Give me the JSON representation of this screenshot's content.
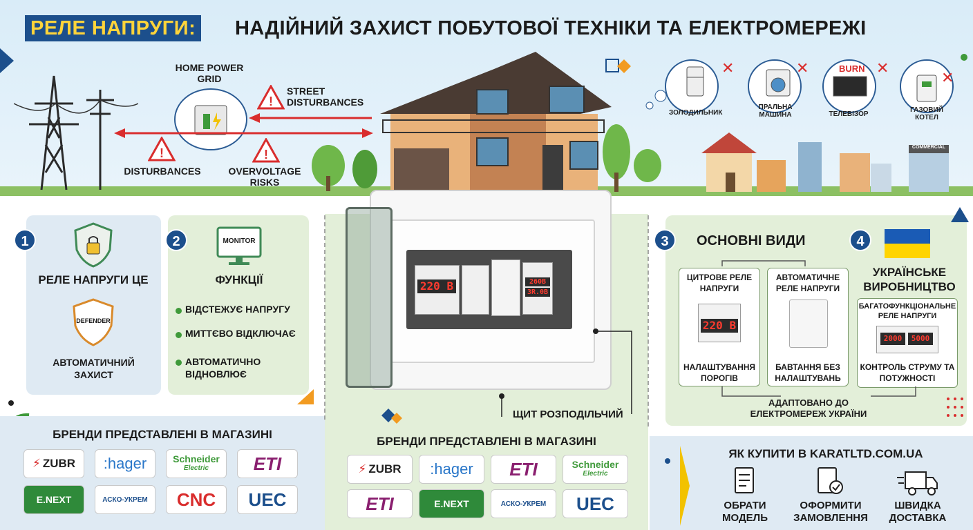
{
  "title": {
    "highlight": "РЕЛЕ НАПРУГИ:",
    "rest": "НАДІЙНИЙ ЗАХИСТ ПОБУТОВОЇ ТЕХНІКИ ТА ЕЛЕКТРОМЕРЕЖІ"
  },
  "scene": {
    "home_power_grid": "HOME POWER GRID",
    "street_disturbances": "STREET DISTURBANCES",
    "disturbances": "DISTURBANCES",
    "overvoltage_risks": "OVERVOLTAGE RISKS"
  },
  "appliances": [
    {
      "label": "ЗОЛОДИЛЬНИК",
      "tag": ""
    },
    {
      "label": "ПРАЛЬНА МАШИНА",
      "tag": ""
    },
    {
      "label": "ТЕЛЕВІЗОР",
      "tag": "BURN"
    },
    {
      "label": "ГАЗОВИЙ КОТЕЛ",
      "tag": ""
    }
  ],
  "commercial_sign": "COMMERCIAL",
  "section1": {
    "num": "1",
    "title": "РЕЛЕ НАПРУГИ ЦЕ",
    "badge": "DEFENDER",
    "caption": "АВТОМАТИЧНИЙ ЗАХИСТ"
  },
  "section2": {
    "num": "2",
    "monitor": "MONITOR",
    "title": "ФУНКЦІЇ",
    "items": [
      "ВІДСТЕЖУЄ НАПРУГУ",
      "МИТТЄВО ВІДКЛЮЧАЄ",
      "АВТОМАТИЧНО ВІДНОВЛЮЄ"
    ]
  },
  "panel": {
    "display1": "220 B",
    "display2": "260B",
    "display3": "3R.0B",
    "caption": "ЩИТ РОЗПОДІЛЬЧИЙ"
  },
  "section3": {
    "num": "3",
    "title": "ОСНОВНІ ВИДИ",
    "card1": {
      "title": "ЦИТРОВЕ РЕЛЕ НАПРУГИ",
      "display": "220 B",
      "caption": "НАЛАШТУВАННЯ ПОРОГІВ"
    },
    "card2": {
      "title": "АВТОМАТИЧНЕ РЕЛЕ НАПРУГИ",
      "caption": "БАВТАННЯ БЕЗ НАЛАШТУВАНЬ"
    },
    "footer": "АДАПТОВАНО ДО ЕЛЕКТРОМЕРЕЖ УКРАЇНИ"
  },
  "section4": {
    "num": "4",
    "title": "УКРАЇНСЬКЕ ВИРОБНИЦТВО",
    "card": {
      "title": "БАГАТОФУНКЦІОНАЛЬНЕ РЕЛЕ НАПРУГИ",
      "display1": "2000",
      "display2": "5000",
      "caption": "КОНТРОЛЬ СТРУМУ ТА ПОТУЖНОСТІ"
    },
    "flag_colors": [
      "#1a5bb5",
      "#ffd400"
    ]
  },
  "brands_left": {
    "title": "БРЕНДИ ПРЕДСТАВЛЕНІ В МАГАЗИНІ",
    "items": [
      "ZUBR",
      ":hager",
      "Schneider",
      "Electric",
      "ETI",
      "E.NEXT",
      "АСКО-УКРЕМ",
      "CNC",
      "UEC"
    ]
  },
  "brands_center": {
    "title": "БРЕНДИ ПРЕДСТАВЛЕНІ В МАГАЗИНІ",
    "items": [
      "ZUBR",
      ":hager",
      "ETI",
      "Schneider",
      "Electric",
      "ETI",
      "E.NEXT",
      "АСКО-УКРЕМ",
      "UEC"
    ]
  },
  "buy": {
    "title": "ЯК КУПИТИ В KARATLTD.COM.UA",
    "steps": [
      "ОБРАТИ МОДЕЛЬ",
      "ОФОРМИТИ ЗАМОВЛЕННЯ",
      "ШВИДКА ДОСТАВКА"
    ]
  },
  "colors": {
    "accent_blue": "#1c4f8c",
    "accent_yellow": "#ffd43a",
    "warning_red": "#d92d2d",
    "panel_green": "#e3efd9",
    "panel_blue": "#dfeaf3"
  }
}
